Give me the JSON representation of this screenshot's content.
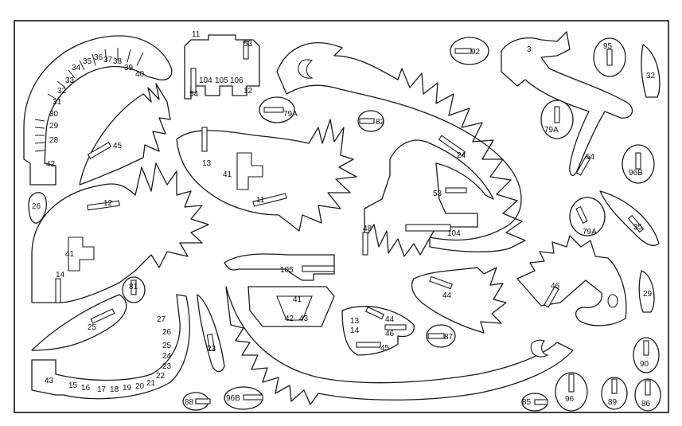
{
  "labels": {
    "a11": "11",
    "a53": "53",
    "a104": "104",
    "a105": "105",
    "a106": "106",
    "a12": "12",
    "a54": "54",
    "s34": "34",
    "s35": "35",
    "s36": "36",
    "s37": "37",
    "s38": "38",
    "s39": "39",
    "s40": "40",
    "s33": "33",
    "s32": "32",
    "s31": "31",
    "s30": "30",
    "s29": "29",
    "s28": "28",
    "s42": "42",
    "p26": "26",
    "p45": "45",
    "p12": "12",
    "p41": "41",
    "p14": "14",
    "p79a1": "79A",
    "p82": "82",
    "p92": "92",
    "p3": "3",
    "p95": "95",
    "p32": "32",
    "p79a2": "79A",
    "p54": "54",
    "p96b1": "96B",
    "p13": "13",
    "p41b": "41",
    "p11": "11",
    "p24": "24",
    "p53": "53",
    "p48": "48",
    "p104": "104",
    "p79a3": "79A",
    "p35": "35",
    "p105": "105",
    "p41c": "41",
    "p42": "42",
    "p43": "43",
    "p44a": "44",
    "p46a": "46",
    "p29": "29",
    "p81": "81",
    "p25": "25",
    "t27": "27",
    "t26": "26",
    "t25": "25",
    "t24": "24",
    "t23": "23",
    "t22": "22",
    "t21": "21",
    "t20": "20",
    "t19": "19",
    "t18": "18",
    "t17": "17",
    "t16": "16",
    "t15": "15",
    "t43": "43",
    "p23": "23",
    "q13": "13",
    "q14": "14",
    "q44": "44",
    "q46": "46",
    "q45": "45",
    "p87": "87",
    "p88": "88",
    "p96b2": "96B",
    "p85": "85",
    "p96": "96",
    "p89": "89",
    "p86": "86",
    "p90": "90"
  }
}
